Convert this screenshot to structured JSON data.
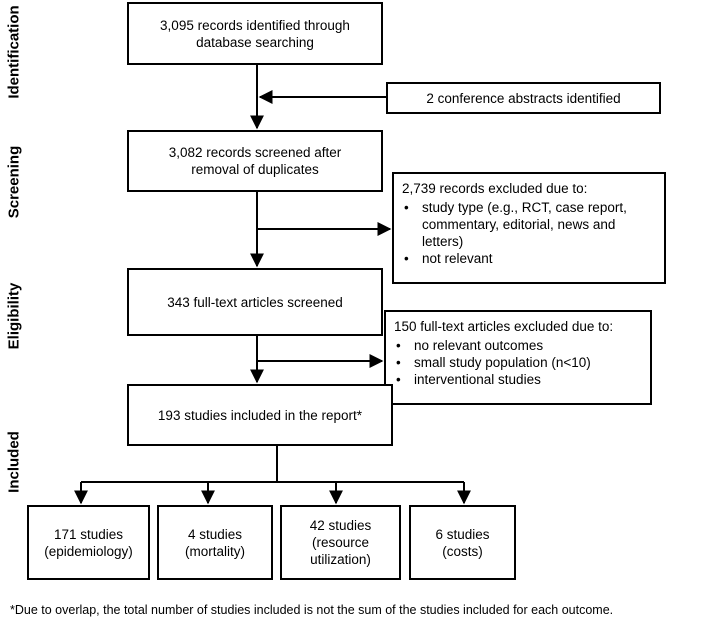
{
  "phases": {
    "identification": "Identification",
    "screening": "Screening",
    "eligibility": "Eligibility",
    "included": "Included"
  },
  "boxes": {
    "identified": "3,095 records identified through database searching",
    "conference": "2 conference abstracts identified",
    "screened": "3,082 records screened after removal of duplicates",
    "fulltext": "343 full-text articles screened",
    "included_report": "193 studies included in the report*"
  },
  "exclusions": {
    "records": {
      "title": "2,739 records excluded due to:",
      "items": [
        "study type (e.g., RCT, case report, commentary, editorial, news and letters)",
        "not relevant"
      ]
    },
    "fulltext": {
      "title": "150 full-text articles excluded due to:",
      "items": [
        "no relevant outcomes",
        "small study population (n<10)",
        "interventional studies"
      ]
    }
  },
  "outcomes": [
    {
      "count": "171 studies",
      "label": "(epidemiology)"
    },
    {
      "count": "4 studies",
      "label": "(mortality)"
    },
    {
      "count": "42 studies",
      "label": "(resource utilization)"
    },
    {
      "count": "6 studies",
      "label": "(costs)"
    }
  ],
  "footnote": "*Due to overlap, the total number of studies included is not the sum of the studies included for each outcome."
}
